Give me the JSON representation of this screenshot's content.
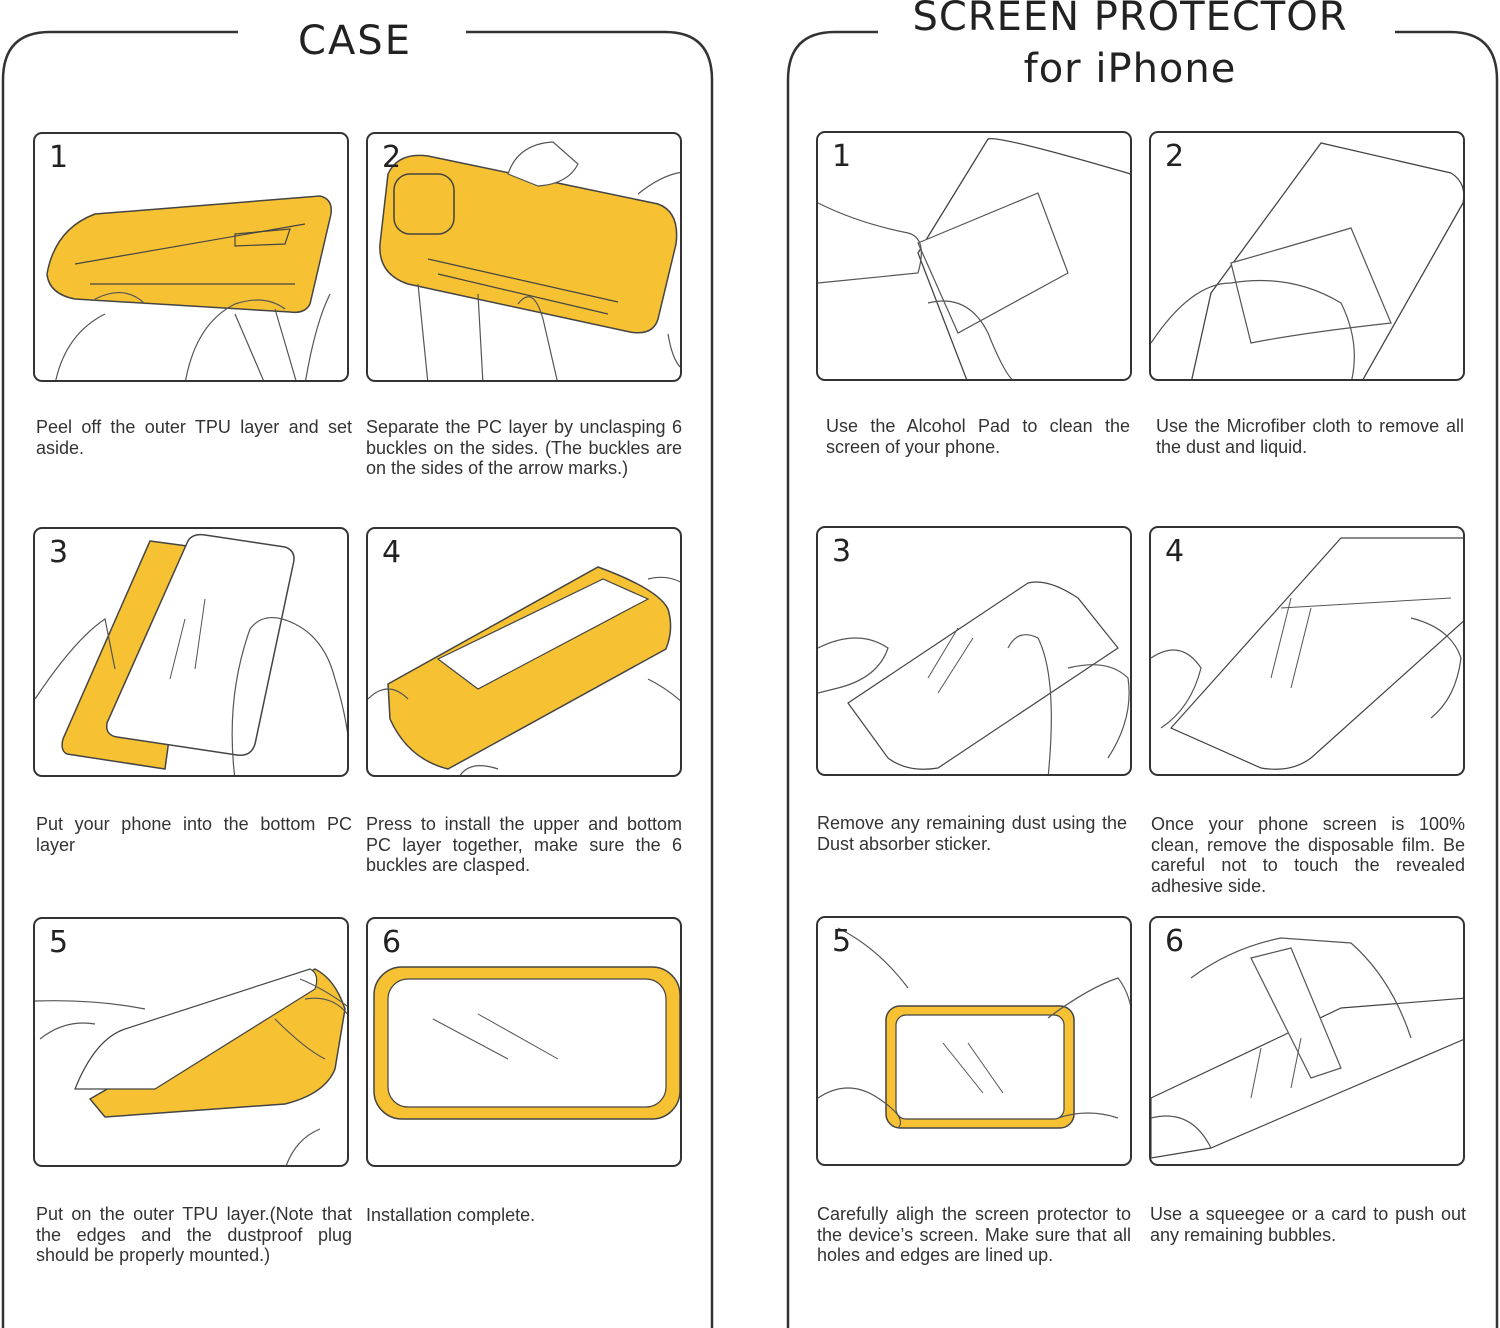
{
  "case": {
    "title": "CASE",
    "steps": [
      {
        "num": "1",
        "text": "Peel off the outer TPU layer and set aside."
      },
      {
        "num": "2",
        "text": "Separate the PC layer by unclasping 6 buckles on the sides. (The buckles are on the sides of the arrow marks.)"
      },
      {
        "num": "3",
        "text": "Put your phone into the bottom PC layer"
      },
      {
        "num": "4",
        "text": "Press to install the upper and bottom PC layer together, make sure the 6 buckles are clasped."
      },
      {
        "num": "5",
        "text": "Put on the outer TPU layer.(Note that the edges and the dustproof plug should be properly mounted.)"
      },
      {
        "num": "6",
        "text": "Installation complete."
      }
    ]
  },
  "screen_protector": {
    "title_line1": "SCREEN PROTECTOR",
    "title_line2": "for iPhone",
    "steps": [
      {
        "num": "1",
        "text": "Use the Alcohol Pad to clean the screen of your phone."
      },
      {
        "num": "2",
        "text": "Use the Microfiber cloth to remove all the dust and liquid."
      },
      {
        "num": "3",
        "text": "Remove any remaining dust using the Dust absorber sticker."
      },
      {
        "num": "4",
        "text": "Once your phone screen is 100% clean, remove the disposable film. Be careful not to touch the revealed adhesive side."
      },
      {
        "num": "5",
        "text": "Carefully aligh the screen protector to the device’s screen. Make sure that all holes and edges are lined up."
      },
      {
        "num": "6",
        "text": "Use a squeegee or a card to push out any remaining bubbles."
      }
    ]
  },
  "colors": {
    "accent": "#f6c233",
    "line": "#333333"
  }
}
